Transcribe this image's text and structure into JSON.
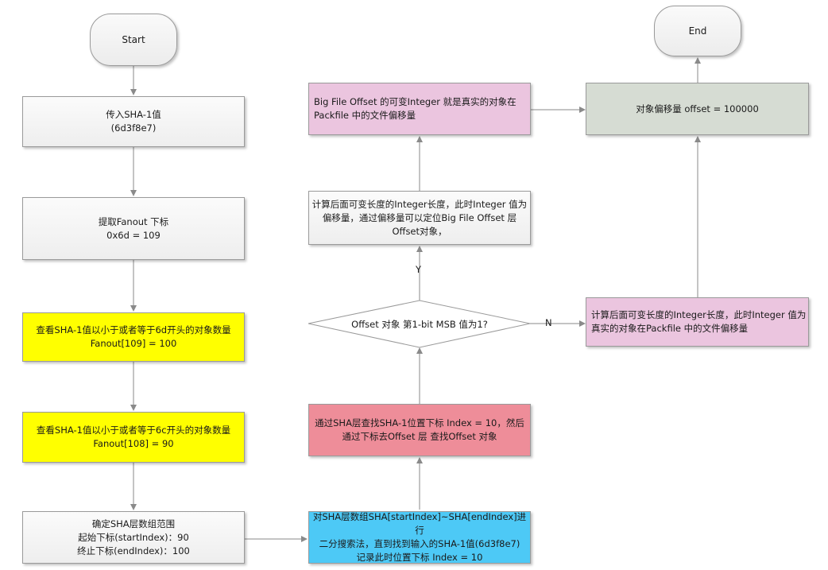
{
  "nodes": {
    "start": "Start",
    "end": "End",
    "pass_sha_line1": "传入SHA-1值",
    "pass_sha_line2": "(6d3f8e7)",
    "fanout_line1": "提取Fanout 下标",
    "fanout_line2": "0x6d = 109",
    "count6d_line1": "查看SHA-1值以小于或者等于6d开头的对象数量",
    "count6d_line2": "Fanout[109] = 100",
    "count6c_line1": "查看SHA-1值以小于或者等于6c开头的对象数量",
    "count6c_line2": "Fanout[108] = 90",
    "range_line1": "确定SHA层数组范围",
    "range_line2": "起始下标(startIndex)：90",
    "range_line3": "终止下标(endIndex)：100",
    "binsearch_line1": "对SHA层数组SHA[startIndex]~SHA[endIndex]进行",
    "binsearch_line2": "二分搜索法，直到找到输入的SHA-1值(6d3f8e7)",
    "binsearch_line3": "记录此时位置下标 Index = 10",
    "shalookup_line1": "通过SHA层查找SHA-1位置下标 Index = 10，然后",
    "shalookup_line2": "通过下标去Offset 层 查找Offset 对象",
    "decision": "Offset 对象 第1-bit MSB 值为1?",
    "calc_big_line1": "计算后面可变长度的Integer长度，此时Integer 值为",
    "calc_big_line2": "偏移量，通过偏移量可以定位Big File Offset 层",
    "calc_big_line3": "Offset对象，",
    "bigfile_line1": "Big File Offset   的可变Integer 就是真实的对象在",
    "bigfile_line2": "Packfile 中的文件偏移量",
    "calc_real_line1": "计算后面可变长度的Integer长度，此时Integer 值为",
    "calc_real_line2": "真实的对象在Packfile 中的文件偏移量",
    "offset_result": "对象偏移量 offset = 100000"
  },
  "edge_labels": {
    "yes": "Y",
    "no": "N"
  },
  "colors": {
    "yellow": "#ffff00",
    "pink": "#ebc5df",
    "sage": "#d6dcd3",
    "red": "#ee8d99",
    "cyan": "#4dc9f6",
    "gray": "#f3f3f3"
  }
}
